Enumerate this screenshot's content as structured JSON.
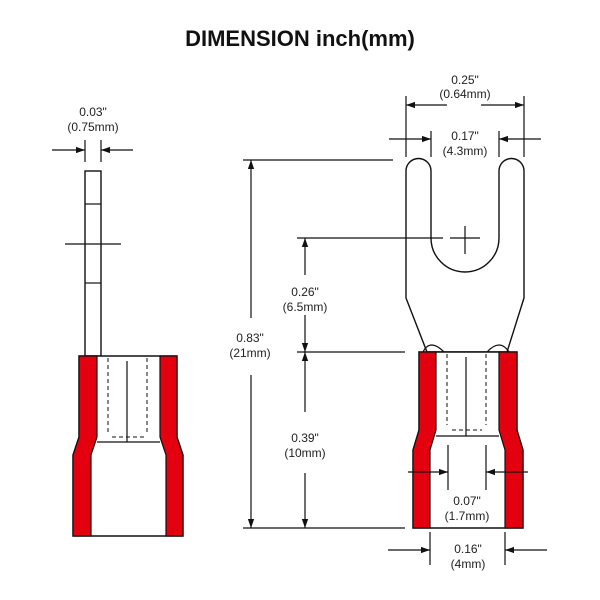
{
  "title": "DIMENSION inch(mm)",
  "colors": {
    "insulation": "#e3000f",
    "line": "#111111"
  },
  "side_view": {
    "thickness": {
      "inch": "0.03\"",
      "mm": "(0.75mm)"
    }
  },
  "front_view": {
    "outer_width": {
      "inch": "0.25\"",
      "mm": "(0.64mm)"
    },
    "slot_width": {
      "inch": "0.17\"",
      "mm": "(4.3mm)"
    },
    "total_length": {
      "inch": "0.83\"",
      "mm": "(21mm)"
    },
    "stud_to_barrel": {
      "inch": "0.26\"",
      "mm": "(6.5mm)"
    },
    "barrel_length": {
      "inch": "0.39\"",
      "mm": "(10mm)"
    },
    "wire_diameter": {
      "inch": "0.07\"",
      "mm": "(1.7mm)"
    },
    "sleeve_diameter": {
      "inch": "0.16\"",
      "mm": "(4mm)"
    }
  }
}
